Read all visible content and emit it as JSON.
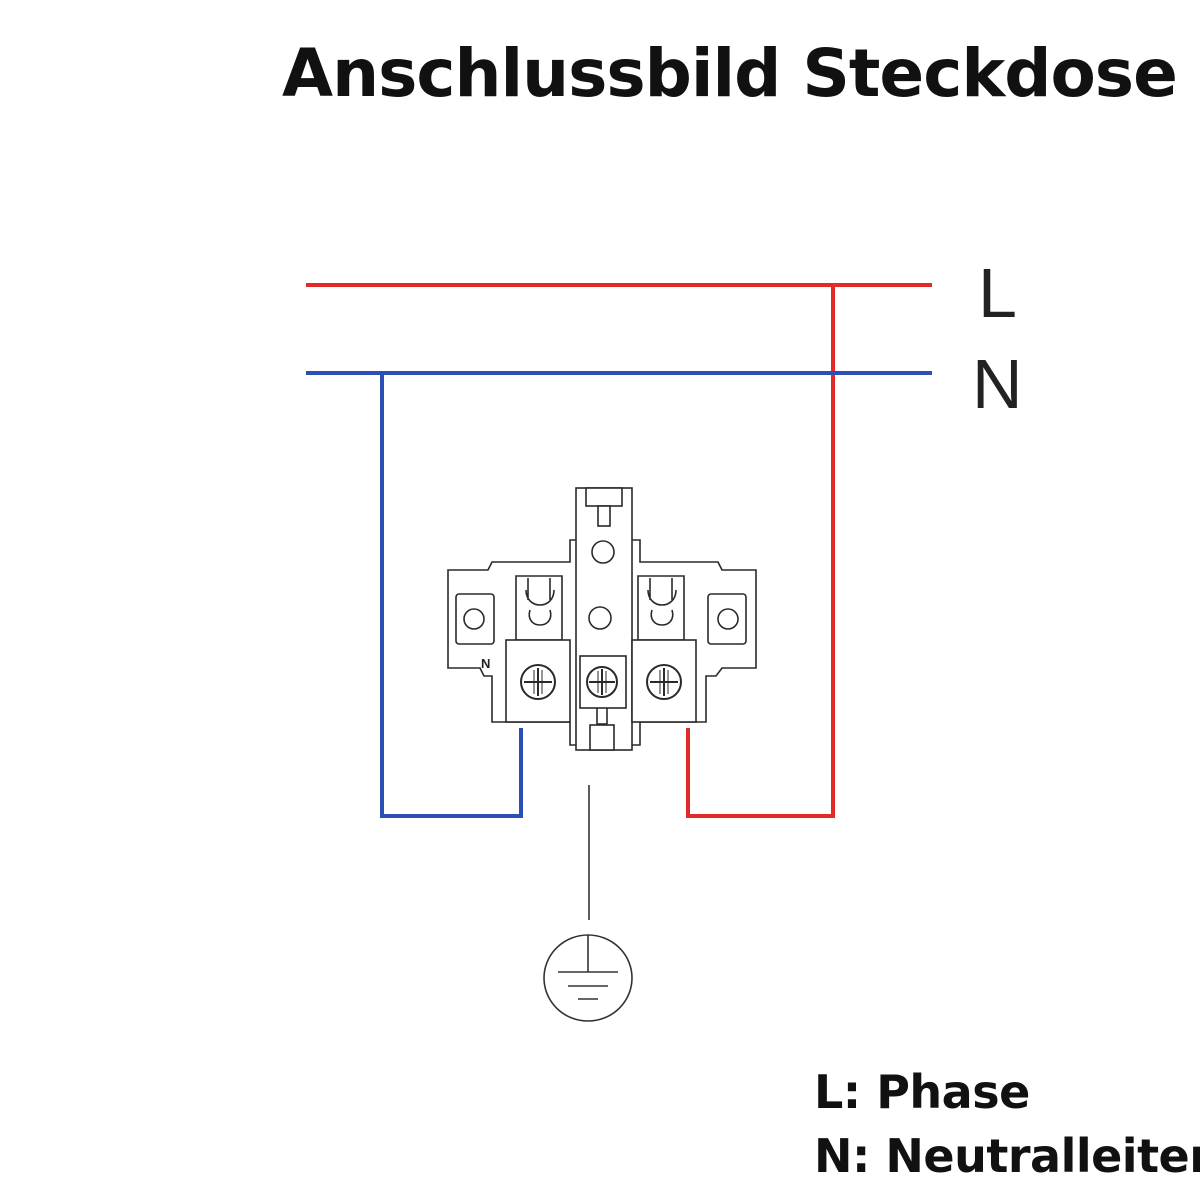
{
  "title": "Anschlussbild Steckdose",
  "lines": {
    "phase_label": "L",
    "neutral_label": "N",
    "phase_color": "#e32a2a",
    "neutral_color": "#2a4fb5"
  },
  "socket": {
    "terminal_label": "N"
  },
  "ground_symbol": "earth-ground-icon",
  "legend": {
    "phase": "L: Phase",
    "neutral": "N: Neutralleiter"
  }
}
